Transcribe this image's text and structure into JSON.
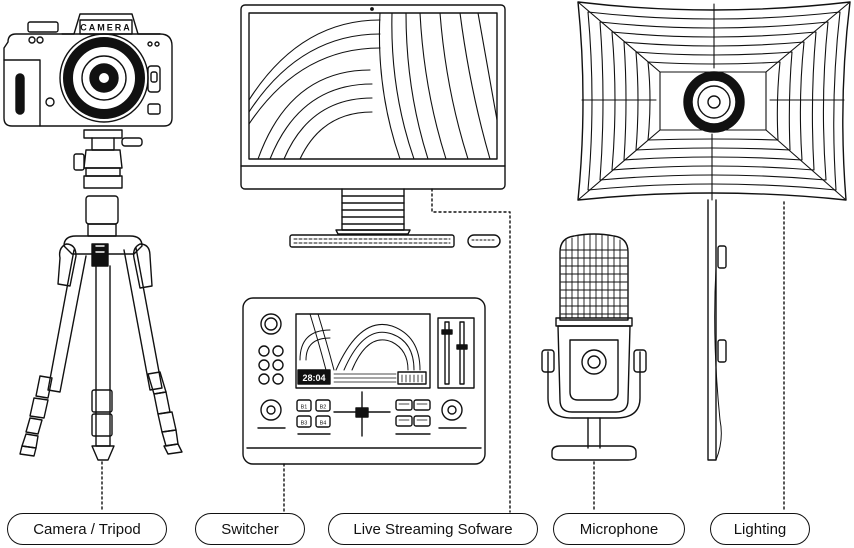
{
  "labels": {
    "camera": "Camera / Tripod",
    "switcher": "Switcher",
    "software": "Live Streaming Sofware",
    "microphone": "Microphone",
    "lighting": "Lighting"
  },
  "camera_brand": "CAMERA",
  "switcher_time": "28:04",
  "switcher_buttons": [
    "B1",
    "B2",
    "B3",
    "B4"
  ],
  "colors": {
    "ink": "#111111",
    "paper": "#ffffff"
  }
}
